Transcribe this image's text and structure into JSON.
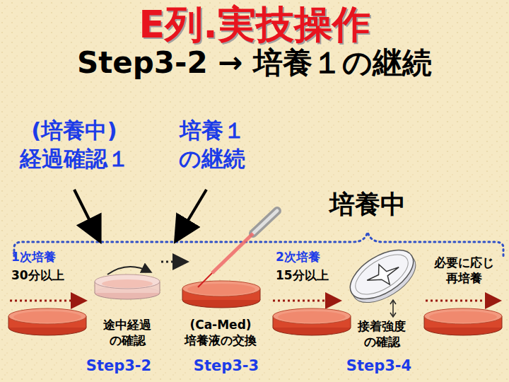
{
  "diagram": {
    "title": "E列.実技操作",
    "labels": [
      "Step3-2 → 培養１の継続",
      "(培養中) 経過確認１",
      "培養１ の継続",
      "培養中",
      "1次培養",
      "30分以上",
      "途中経過 の確認",
      "(Ca-Med) 培養液の交換",
      "2次培養",
      "15分以上",
      "接着強度 の確認",
      "必要に応じ 再培養",
      "Step3-2",
      "Step3-3",
      "Step3-4"
    ]
  }
}
